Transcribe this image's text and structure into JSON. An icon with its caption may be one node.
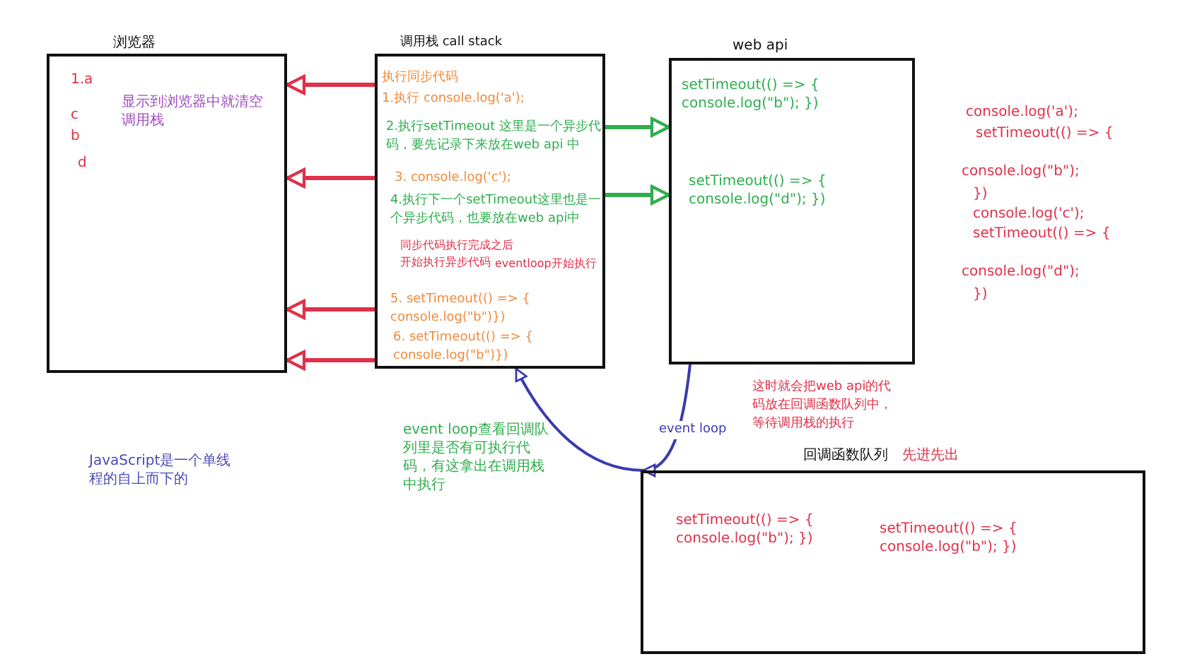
{
  "diagram": {
    "nodes": [
      {
        "text": [
          "浏览器",
          "1.a",
          "c",
          "b",
          "d",
          "显示到浏览器中就清空调用栈"
        ]
      },
      {
        "text": [
          "调用栈 call stack",
          "执行同步代码",
          "1.执行 console.log('a');",
          "2.执行setTimeout 这里是一个异步代码，要先记录下来放在web api 中",
          "3. console.log('c');",
          "4.执行下一个setTimeout这里也是一个异步代码，也要放在web api中",
          "同步代码执行完成之后开始执行异步代码",
          "eventloop开始执行",
          "5. setTimeout(() => { console.log(\"b\")})",
          "6. setTimeout(() => { console.log(\"b\")})"
        ]
      },
      {
        "text": [
          "web api",
          "setTimeout(() => { console.log(\"b\"); })",
          "setTimeout(() => { console.log(\"d\"); })"
        ]
      },
      {
        "text": [
          "回调函数队列",
          "先进先出",
          "setTimeout(() => { console.log(\"b\"); })",
          "setTimeout(() => { console.log(\"b\"); })"
        ]
      }
    ],
    "edges": [
      {
        "from": 1,
        "to": 0,
        "arrow": "to"
      },
      {
        "from": 1,
        "to": 0,
        "arrow": "to"
      },
      {
        "from": 1,
        "to": 0,
        "arrow": "to"
      },
      {
        "from": 1,
        "to": 0,
        "arrow": "to"
      },
      {
        "from": 1,
        "to": 2,
        "arrow": "to",
        "color": "#2fae4e"
      },
      {
        "from": 1,
        "to": 2,
        "arrow": "to",
        "color": "#2fae4e"
      },
      {
        "from": 2,
        "to": 3,
        "arrow": "to",
        "label": "event loop",
        "color": "#3a3ab0"
      },
      {
        "from": 3,
        "to": 1,
        "arrow": "to",
        "color": "#3a3ab0"
      }
    ],
    "labels": [
      "console.log('a');",
      "setTimeout(() => {",
      "console.log(\"b\");",
      "})",
      "console.log('c');",
      "setTimeout(() => {",
      "console.log(\"d\");",
      "})",
      "JavaScript是一个单线程的自上而下的",
      "event loop查看回调队列里是否有可执行代码，有这拿出在调用栈中执行",
      "这时就会把web api的代码放在回调函数队列中，等待调用栈的执行"
    ]
  }
}
